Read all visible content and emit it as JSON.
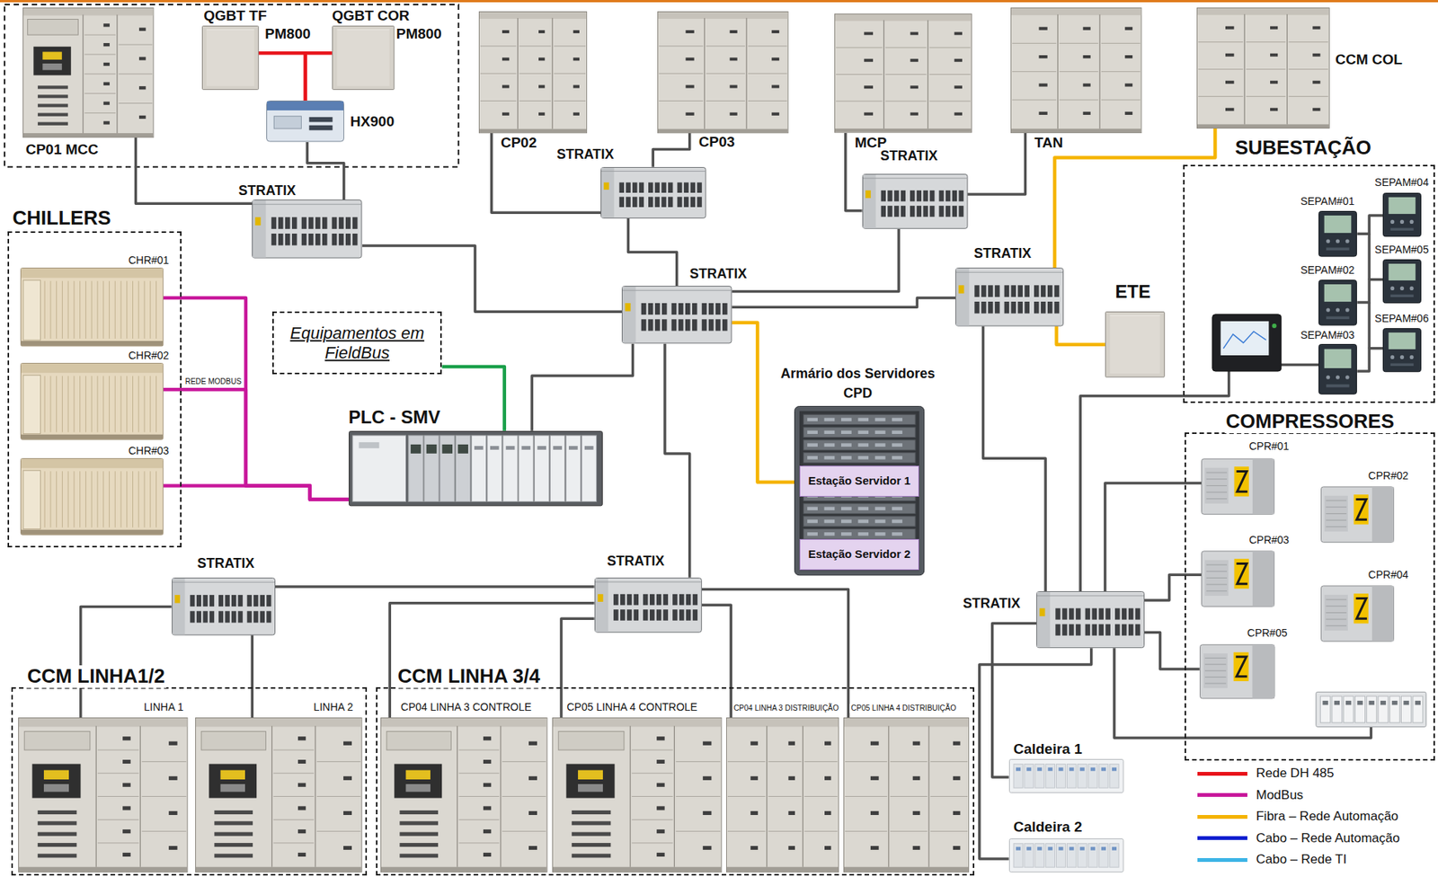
{
  "diagram": {
    "nodes": [
      {
        "text": [
          "CP01 MCC"
        ]
      },
      {
        "text": [
          "QGBT TF",
          "PM800"
        ]
      },
      {
        "text": [
          "QGBT COR",
          "PM800"
        ]
      },
      {
        "text": [
          "HX900"
        ]
      },
      {
        "text": [
          "CP02"
        ]
      },
      {
        "text": [
          "STRATIX"
        ]
      },
      {
        "text": [
          "CP03"
        ]
      },
      {
        "text": [
          "MCP"
        ]
      },
      {
        "text": [
          "STRATIX"
        ]
      },
      {
        "text": [
          "TAN"
        ]
      },
      {
        "text": [
          "CCM COL"
        ]
      },
      {
        "text": [
          "STRATIX"
        ]
      },
      {
        "text": [
          "CHILLERS"
        ]
      },
      {
        "text": [
          "CHR#01"
        ],
        "in": 12
      },
      {
        "text": [
          "CHR#02"
        ],
        "in": 12
      },
      {
        "text": [
          "CHR#03"
        ],
        "in": 12
      },
      {
        "text": [
          "Equipamentos em FieldBus"
        ]
      },
      {
        "text": [
          "STRATIX"
        ]
      },
      {
        "text": [
          "PLC - SMV"
        ]
      },
      {
        "text": [
          "Armário dos Servidores",
          "CPD"
        ]
      },
      {
        "text": [
          "Estação Servidor 1"
        ],
        "in": 19
      },
      {
        "text": [
          "Estação Servidor 2"
        ],
        "in": 19
      },
      {
        "text": [
          "STRATIX"
        ]
      },
      {
        "text": [
          "ETE"
        ]
      },
      {
        "text": [
          "SUBESTAÇÃO"
        ]
      },
      {
        "text": [
          "SEPAM#01"
        ],
        "in": 24
      },
      {
        "text": [
          "SEPAM#02"
        ],
        "in": 24
      },
      {
        "text": [
          "SEPAM#03"
        ],
        "in": 24
      },
      {
        "text": [
          "SEPAM#04"
        ],
        "in": 24
      },
      {
        "text": [
          "SEPAM#05"
        ],
        "in": 24
      },
      {
        "text": [
          "SEPAM#06"
        ],
        "in": 24
      },
      {
        "text": [
          "COMPRESSORES"
        ]
      },
      {
        "text": [
          "CPR#01"
        ],
        "in": 31
      },
      {
        "text": [
          "CPR#02"
        ],
        "in": 31
      },
      {
        "text": [
          "CPR#03"
        ],
        "in": 31
      },
      {
        "text": [
          "CPR#04"
        ],
        "in": 31
      },
      {
        "text": [
          "CPR#05"
        ],
        "in": 31
      },
      {
        "text": [
          "STRATIX"
        ]
      },
      {
        "text": [
          "STRATIX"
        ]
      },
      {
        "text": [
          "STRATIX"
        ]
      },
      {
        "text": [
          "CCM LINHA1/2"
        ]
      },
      {
        "text": [
          "LINHA 1"
        ],
        "in": 40
      },
      {
        "text": [
          "LINHA 2"
        ],
        "in": 40
      },
      {
        "text": [
          "CCM LINHA 3/4"
        ]
      },
      {
        "text": [
          "CP04 LINHA 3 CONTROLE"
        ],
        "in": 43
      },
      {
        "text": [
          "CP05 LINHA 4 CONTROLE"
        ],
        "in": 43
      },
      {
        "text": [
          "CP04 LINHA 3 DISTRIBUIÇÃO"
        ],
        "in": 43
      },
      {
        "text": [
          "CP05 LINHA 4 DISTRIBUIÇÃO"
        ],
        "in": 43
      },
      {
        "text": [
          "Caldeira 1"
        ]
      },
      {
        "text": [
          "Caldeira 2"
        ]
      }
    ],
    "edges": [
      {
        "from": 1,
        "to": 3,
        "arrow": "none"
      },
      {
        "from": 2,
        "to": 3,
        "arrow": "none"
      },
      {
        "from": 3,
        "to": 11,
        "arrow": "none"
      },
      {
        "from": 0,
        "to": 11,
        "arrow": "none"
      },
      {
        "from": 11,
        "to": 17,
        "arrow": "none"
      },
      {
        "from": 4,
        "to": 5,
        "arrow": "none"
      },
      {
        "from": 6,
        "to": 5,
        "arrow": "none"
      },
      {
        "from": 5,
        "to": 17,
        "arrow": "none"
      },
      {
        "from": 7,
        "to": 8,
        "arrow": "none"
      },
      {
        "from": 9,
        "to": 8,
        "arrow": "none"
      },
      {
        "from": 8,
        "to": 17,
        "arrow": "none"
      },
      {
        "from": 17,
        "to": 22,
        "arrow": "none"
      },
      {
        "from": 17,
        "to": 20,
        "arrow": "none"
      },
      {
        "from": 17,
        "to": 18,
        "arrow": "none"
      },
      {
        "from": 16,
        "to": 18,
        "arrow": "none"
      },
      {
        "from": 17,
        "to": 38,
        "arrow": "none"
      },
      {
        "from": 37,
        "to": 38,
        "arrow": "none"
      },
      {
        "from": 37,
        "to": 41,
        "arrow": "none"
      },
      {
        "from": 37,
        "to": 42,
        "arrow": "none"
      },
      {
        "from": 38,
        "to": 44,
        "arrow": "none"
      },
      {
        "from": 38,
        "to": 45,
        "arrow": "none"
      },
      {
        "from": 38,
        "to": 46,
        "arrow": "none"
      },
      {
        "from": 38,
        "to": 47,
        "arrow": "none"
      },
      {
        "from": 22,
        "to": 10,
        "arrow": "none"
      },
      {
        "from": 22,
        "to": 23,
        "arrow": "none"
      },
      {
        "from": 22,
        "to": 39,
        "arrow": "none"
      },
      {
        "from": 39,
        "to": 24,
        "arrow": "none"
      },
      {
        "from": 39,
        "to": 32,
        "arrow": "none"
      },
      {
        "from": 39,
        "to": 34,
        "arrow": "none"
      },
      {
        "from": 39,
        "to": 36,
        "arrow": "none"
      },
      {
        "from": 39,
        "to": 48,
        "arrow": "none"
      },
      {
        "from": 39,
        "to": 49,
        "arrow": "none"
      },
      {
        "from": 13,
        "to": 18,
        "arrow": "none"
      },
      {
        "from": 14,
        "to": 18,
        "label": "REDE MODBUS",
        "arrow": "none"
      },
      {
        "from": 15,
        "to": 18,
        "arrow": "none"
      },
      {
        "from": 25,
        "to": 28,
        "arrow": "none"
      },
      {
        "from": 26,
        "to": 29,
        "arrow": "none"
      },
      {
        "from": 27,
        "to": 30,
        "arrow": "none"
      }
    ],
    "legend": [
      {
        "text": "Rede DH 485",
        "color": "#e8141b"
      },
      {
        "text": "ModBus",
        "color": "#c8179b"
      },
      {
        "text": "Fibra – Rede Automação",
        "color": "#f5b400"
      },
      {
        "text": "Cabo – Rede Automação",
        "color": "#1020d0"
      },
      {
        "text": "Cabo – Rede TI",
        "color": "#3cb4e6"
      }
    ]
  }
}
